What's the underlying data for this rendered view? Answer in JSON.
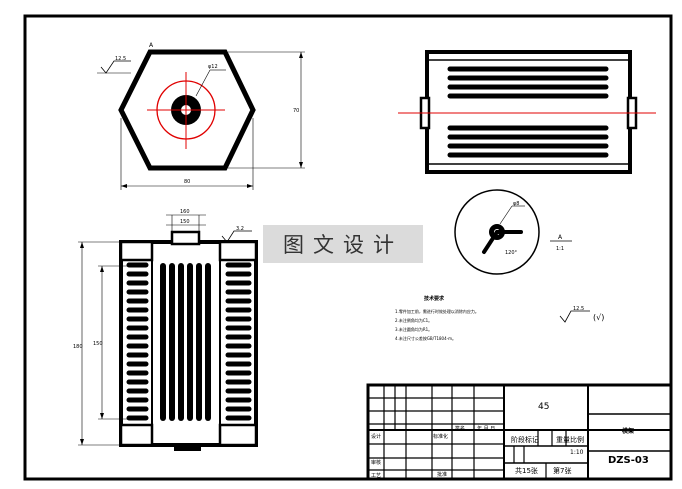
{
  "drawing": {
    "dims": {
      "hex_ref": "A",
      "hex_roughness": "12.5",
      "hex_bore": "φ12",
      "hex_width": "80",
      "hex_height": "70",
      "front_top_a": "160",
      "front_top_b": "150",
      "front_roughness": "3.2",
      "front_height_outer": "180",
      "front_height_inner": "150",
      "detail_diameter": "φ8",
      "detail_angle": "120°",
      "section_letter": "A",
      "section_scale": "1:1",
      "roughness_general": "12.5",
      "roughness_other": "(√)"
    },
    "notes_title": "技术要求",
    "notes": [
      "1.零件加工前，需进行时效处理以消除内应力。",
      "2.未注倒角均为C1。",
      "3.未注圆角均为R1。",
      "4.未注尺寸公差按GB/T1804-m。"
    ]
  },
  "watermark": "图文设计",
  "title_block": {
    "material": "45",
    "part_name": "模架",
    "drawing_number": "DZS-03",
    "stage_label": "阶段标记",
    "weight_label": "重量",
    "scale_label": "比例",
    "scale_value": "1:10",
    "total_sheets": "共15张",
    "sheet_index": "第7张",
    "designed": "设计",
    "process": "工艺",
    "audit": "审核",
    "approve": "批准",
    "standard": "标准化",
    "sign": "签名",
    "date": "年.月.日"
  }
}
